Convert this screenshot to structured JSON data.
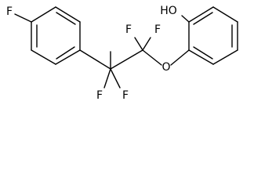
{
  "molecule": {
    "atoms": {
      "fluorine_para": "F",
      "fluorine_upper_left": "F",
      "fluorine_upper_right": "F",
      "fluorine_lower_left": "F",
      "fluorine_lower_right": "F",
      "ether_oxygen": "O",
      "hydroxyl": "HO"
    }
  }
}
